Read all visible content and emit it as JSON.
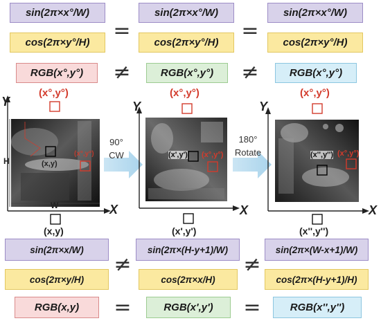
{
  "top": {
    "col1": {
      "sin": "sin(2π×x°/W)",
      "cos": "cos(2π×y°/H)",
      "rgb": "RGB(x°,y°)"
    },
    "col2": {
      "sin": "sin(2π×x°/W)",
      "cos": "cos(2π×y°/H)",
      "rgb": "RGB(x°,y°)"
    },
    "col3": {
      "sin": "sin(2π×x°/W)",
      "cos": "cos(2π×y°/H)",
      "rgb": "RGB(x°,y°)"
    },
    "equal": "=",
    "not_equal": "≠"
  },
  "panels": {
    "p1": {
      "point_label": "(x°,y°)",
      "inner_label": "(x,y)",
      "bottom_label": "(x,y)",
      "h": "H",
      "w": "W",
      "y_axis": "Y",
      "x_axis": "X"
    },
    "p2": {
      "point_label": "(x°,y°)",
      "inner_label": "(x',y')",
      "inner_red": "(x°,y°)",
      "bottom_label": "(x',y')",
      "y_axis": "Y",
      "x_axis": "X"
    },
    "p3": {
      "point_label": "(x°,y°)",
      "inner_label": "(x'',y'')",
      "inner_red": "(x°,y°)",
      "bottom_label": "(x'',y'')",
      "y_axis": "Y",
      "x_axis": "X"
    },
    "p1_inner_red": "(x°,y°)"
  },
  "arrows": {
    "a1": {
      "angle": "90°",
      "dir": "CW"
    },
    "a2": {
      "angle": "180°",
      "dir": "Rotate"
    }
  },
  "bottom": {
    "col1": {
      "sin": "sin(2π×x/W)",
      "cos": "cos(2π×y/H)",
      "rgb": "RGB(x,y)"
    },
    "col2": {
      "sin": "sin(2π×(H-y+1)/W)",
      "cos": "cos(2π×x/H)",
      "rgb": "RGB(x',y')"
    },
    "col3": {
      "sin": "sin(2π×(W-x+1)/W)",
      "cos": "cos(2π×(H-y+1)/H)",
      "rgb": "RGB(x'',y'')"
    },
    "equal": "=",
    "not_equal": "≠"
  },
  "colors": {
    "purple": "#d8d2ea",
    "yellow": "#fbe9a0",
    "pink": "#f9dada",
    "green": "#dcefd8",
    "blue": "#d6eef8",
    "red": "#d33b2c",
    "arrow": "#a9d4ec"
  }
}
